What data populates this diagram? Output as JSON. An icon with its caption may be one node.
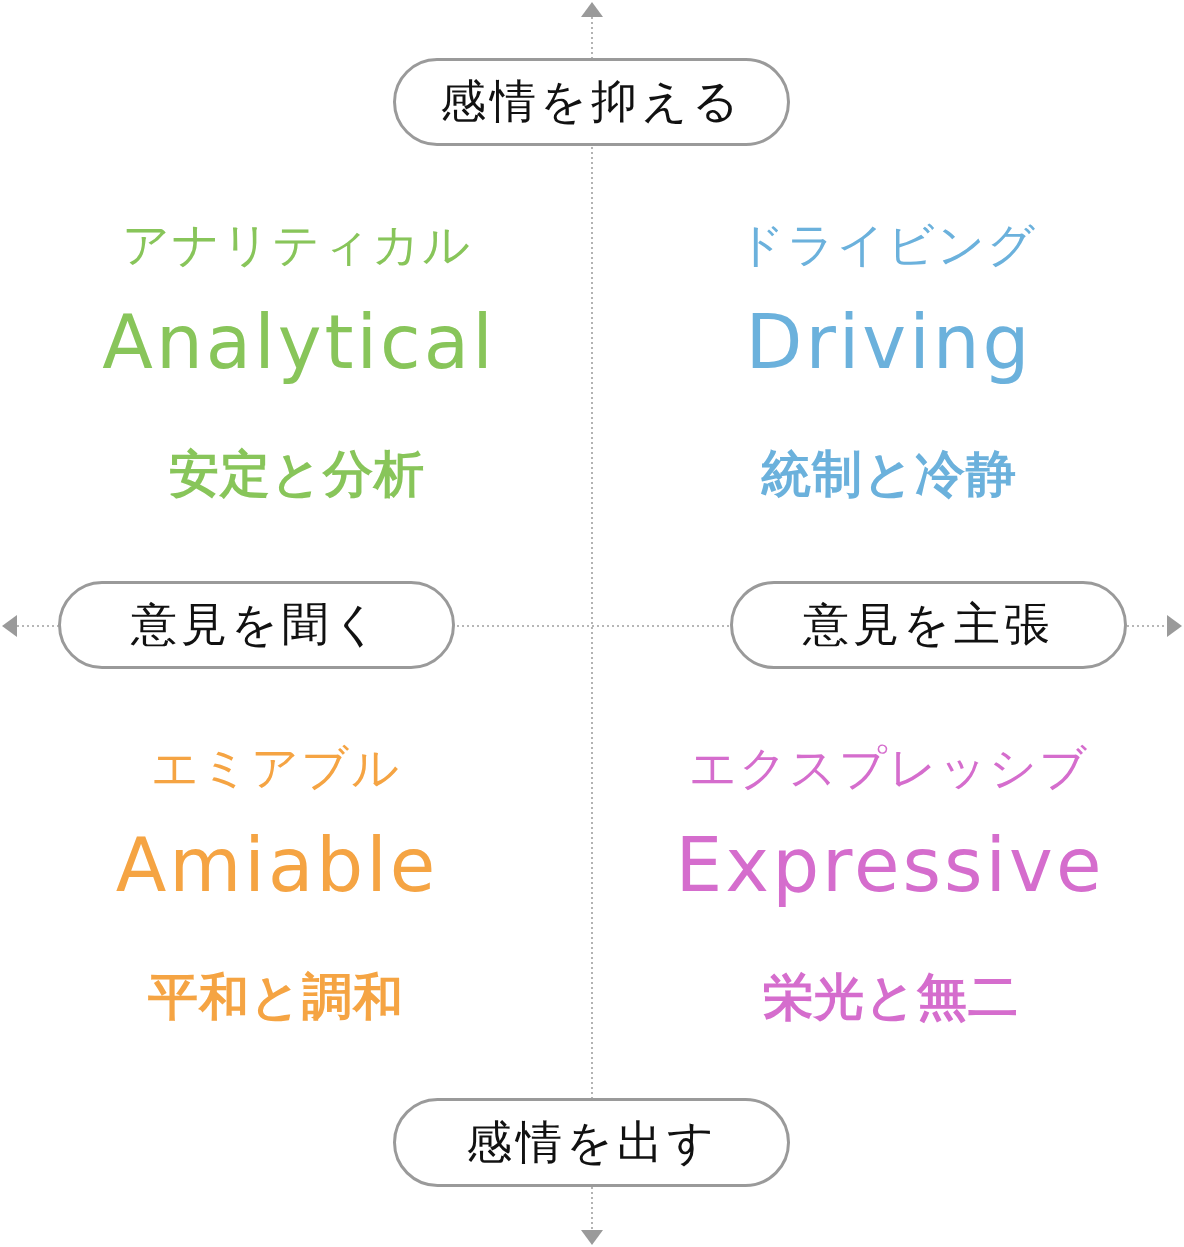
{
  "diagram": {
    "nodes": [
      {
        "text": [
          "感情を抑える"
        ]
      },
      {
        "text": [
          "意見を聞く"
        ]
      },
      {
        "text": [
          "意見を主張"
        ]
      },
      {
        "text": [
          "感情を出す"
        ]
      }
    ],
    "labels": [
      "アナリティカル",
      "Analytical",
      "安定と分析",
      "ドライビング",
      "Driving",
      "統制と冷静",
      "エミアブル",
      "Amiable",
      "平和と調和",
      "エクスプレッシブ",
      "Expressive",
      "栄光と無二"
    ]
  }
}
